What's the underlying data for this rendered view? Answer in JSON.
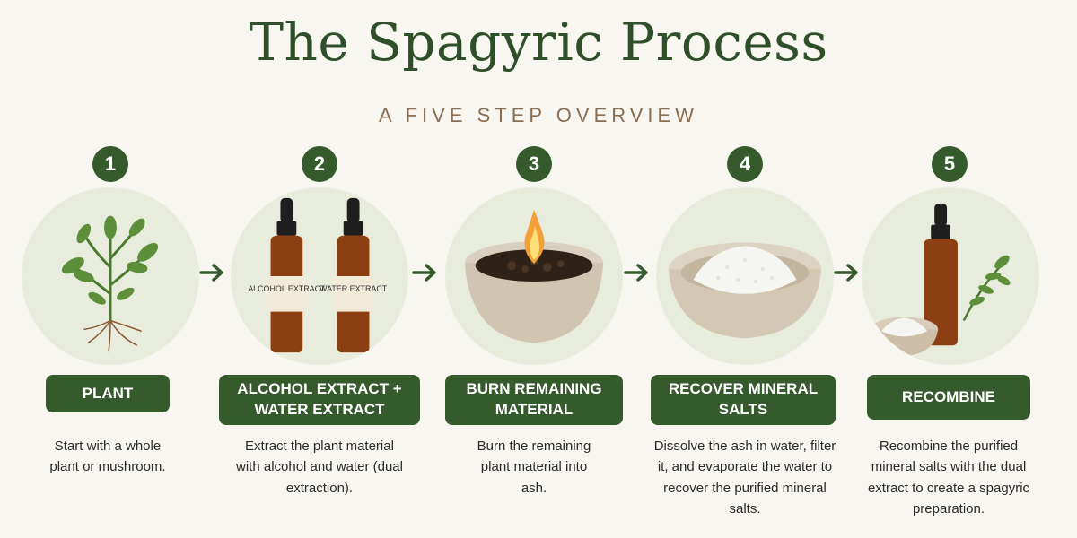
{
  "header": {
    "title": "The Spagyric Process",
    "subtitle": "A FIVE STEP OVERVIEW"
  },
  "steps": [
    {
      "number": "1",
      "label": "PLANT",
      "description": "Start with a whole plant or mushroom.",
      "image": "plant-with-roots"
    },
    {
      "number": "2",
      "label": "ALCOHOL EXTRACT + WATER EXTRACT",
      "description": "Extract the plant material with alcohol and water (dual extraction).",
      "image": "two-dropper-bottles",
      "bottle_labels": [
        "ALCOHOL EXTRACT",
        "WATER EXTRACT"
      ]
    },
    {
      "number": "3",
      "label": "BURN REMAINING MATERIAL",
      "description": "Burn the remaining plant material into ash.",
      "image": "burning-bowl"
    },
    {
      "number": "4",
      "label": "RECOVER MINERAL SALTS",
      "description": "Dissolve the ash in water, filter it, and evaporate the water to recover the purified mineral salts.",
      "image": "bowl-of-salt"
    },
    {
      "number": "5",
      "label": "RECOMBINE",
      "description": "Recombine the purified mineral salts with the dual extract to create a spagyric preparation.",
      "image": "bottle-salt-herb"
    }
  ],
  "colors": {
    "primary_green": "#355a2c",
    "title_green": "#2f4f2a",
    "subtitle_brown": "#8a6e52",
    "background": "#f8f6f0"
  }
}
